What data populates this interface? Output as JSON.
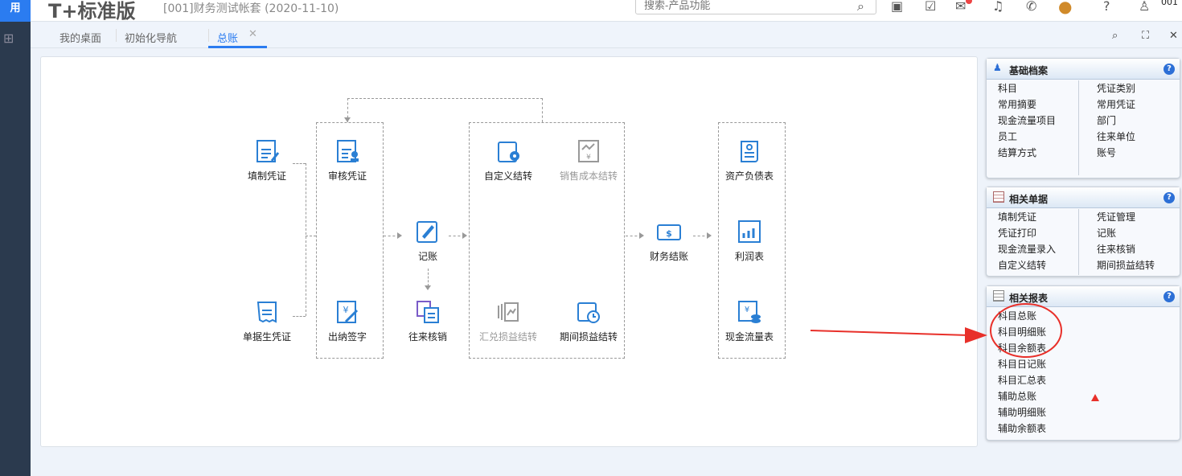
{
  "header": {
    "logo": "用",
    "product": "T+标准版",
    "account": "[001]财务测试帐套   (2020-11-10)",
    "search_placeholder": "搜索-产品功能",
    "user": "001"
  },
  "tabs": [
    {
      "label": "我的桌面"
    },
    {
      "label": "初始化导航"
    },
    {
      "label": "总账",
      "active": true
    }
  ],
  "flow": {
    "fill_voucher": "填制凭证",
    "review_voucher": "审核凭证",
    "custom_transfer": "自定义结转",
    "sales_cost_transfer": "销售成本结转",
    "balance_sheet": "资产负债表",
    "bookkeeping": "记账",
    "period_close": "财务结账",
    "income_statement": "利润表",
    "doc_voucher": "单据生凭证",
    "cashier_sign": "出纳签字",
    "reconcile": "往来核销",
    "fx_transfer": "汇兑损益结转",
    "pl_transfer": "期间损益结转",
    "cashflow_statement": "现金流量表"
  },
  "panels": {
    "basic": {
      "title": "基础档案",
      "left": [
        "科目",
        "常用摘要",
        "现金流量项目",
        "员工",
        "结算方式"
      ],
      "right": [
        "凭证类别",
        "常用凭证",
        "部门",
        "往来单位",
        "账号"
      ]
    },
    "docs": {
      "title": "相关单据",
      "left": [
        "填制凭证",
        "凭证打印",
        "现金流量录入",
        "自定义结转"
      ],
      "right": [
        "凭证管理",
        "记账",
        "往来核销",
        "期间损益结转"
      ]
    },
    "reports": {
      "title": "相关报表",
      "items": [
        "科目总账",
        "科目明细账",
        "科目余额表",
        "科目日记账",
        "科目汇总表",
        "辅助总账",
        "辅助明细账",
        "辅助余额表"
      ]
    }
  },
  "colors": {
    "accent": "#2b7cf0",
    "annotation": "#e8302a",
    "icon": "#2a7fd4"
  }
}
